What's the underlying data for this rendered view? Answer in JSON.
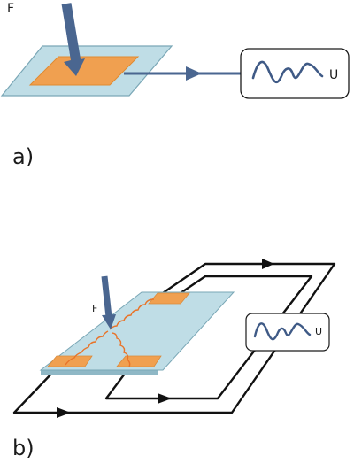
{
  "panel_a": {
    "force_label": "F",
    "output_label": "U",
    "caption": "a)"
  },
  "panel_b": {
    "force_label": "F",
    "output_label": "U",
    "caption": "b)"
  },
  "colors": {
    "substrate_fill": "#bfdde6",
    "substrate_stroke": "#7aa7b6",
    "electrode": "#f0a050",
    "arrow": "#4a6690",
    "wave": "#3f5a86",
    "wire": "#111111",
    "spring": "#e8742a"
  },
  "icons": {
    "force_arrow": "down-arrow-icon",
    "signal": "waveform-icon"
  }
}
